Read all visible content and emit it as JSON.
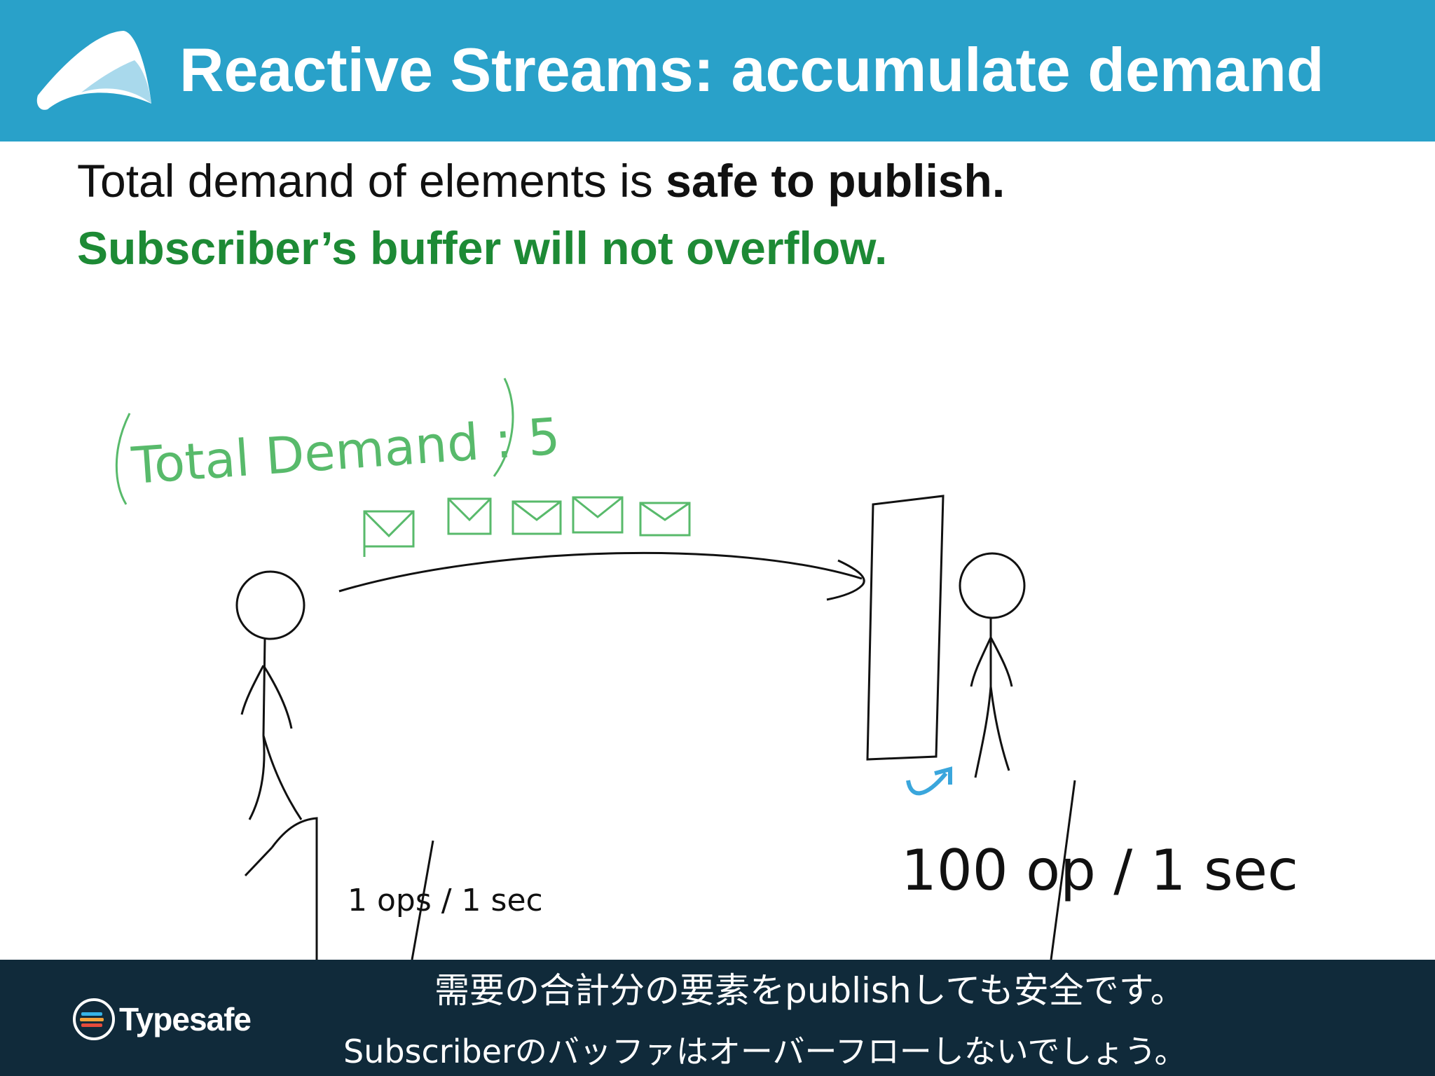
{
  "header": {
    "title": "Reactive Streams: accumulate demand",
    "logo_icon": "akka-logo-icon",
    "background_color": "#29a1c9"
  },
  "content": {
    "line1_normal": "Total demand of elements is ",
    "line1_bold": "safe to publish.",
    "line2": "Subscriber’s buffer will not overflow.",
    "line2_color": "#1d8a35"
  },
  "sketch": {
    "total_demand_label": "Total Demand : 5",
    "envelope_icon": "envelope-icon",
    "envelope_count": 5,
    "publisher_icon": "stick-figure-icon",
    "subscriber_icon": "stick-figure-icon",
    "buffer_icon": "buffer-rectangle-icon",
    "arrow_icon": "curved-arrow-icon",
    "recycle_icon": "blue-loop-arrow-icon",
    "publisher_rate": "1 ops / 1 sec",
    "subscriber_rate": "100 op / 1 sec",
    "green_color": "#58ba6b",
    "blue_color": "#3aa6dc"
  },
  "footer": {
    "brand": "Typesafe",
    "brand_icon": "typesafe-logo-icon",
    "subtitle_line1": "需要の合計分の要素をpublishしても安全です。",
    "subtitle_line2": "Subscriberのバッファはオーバーフローしないでしょう。"
  }
}
